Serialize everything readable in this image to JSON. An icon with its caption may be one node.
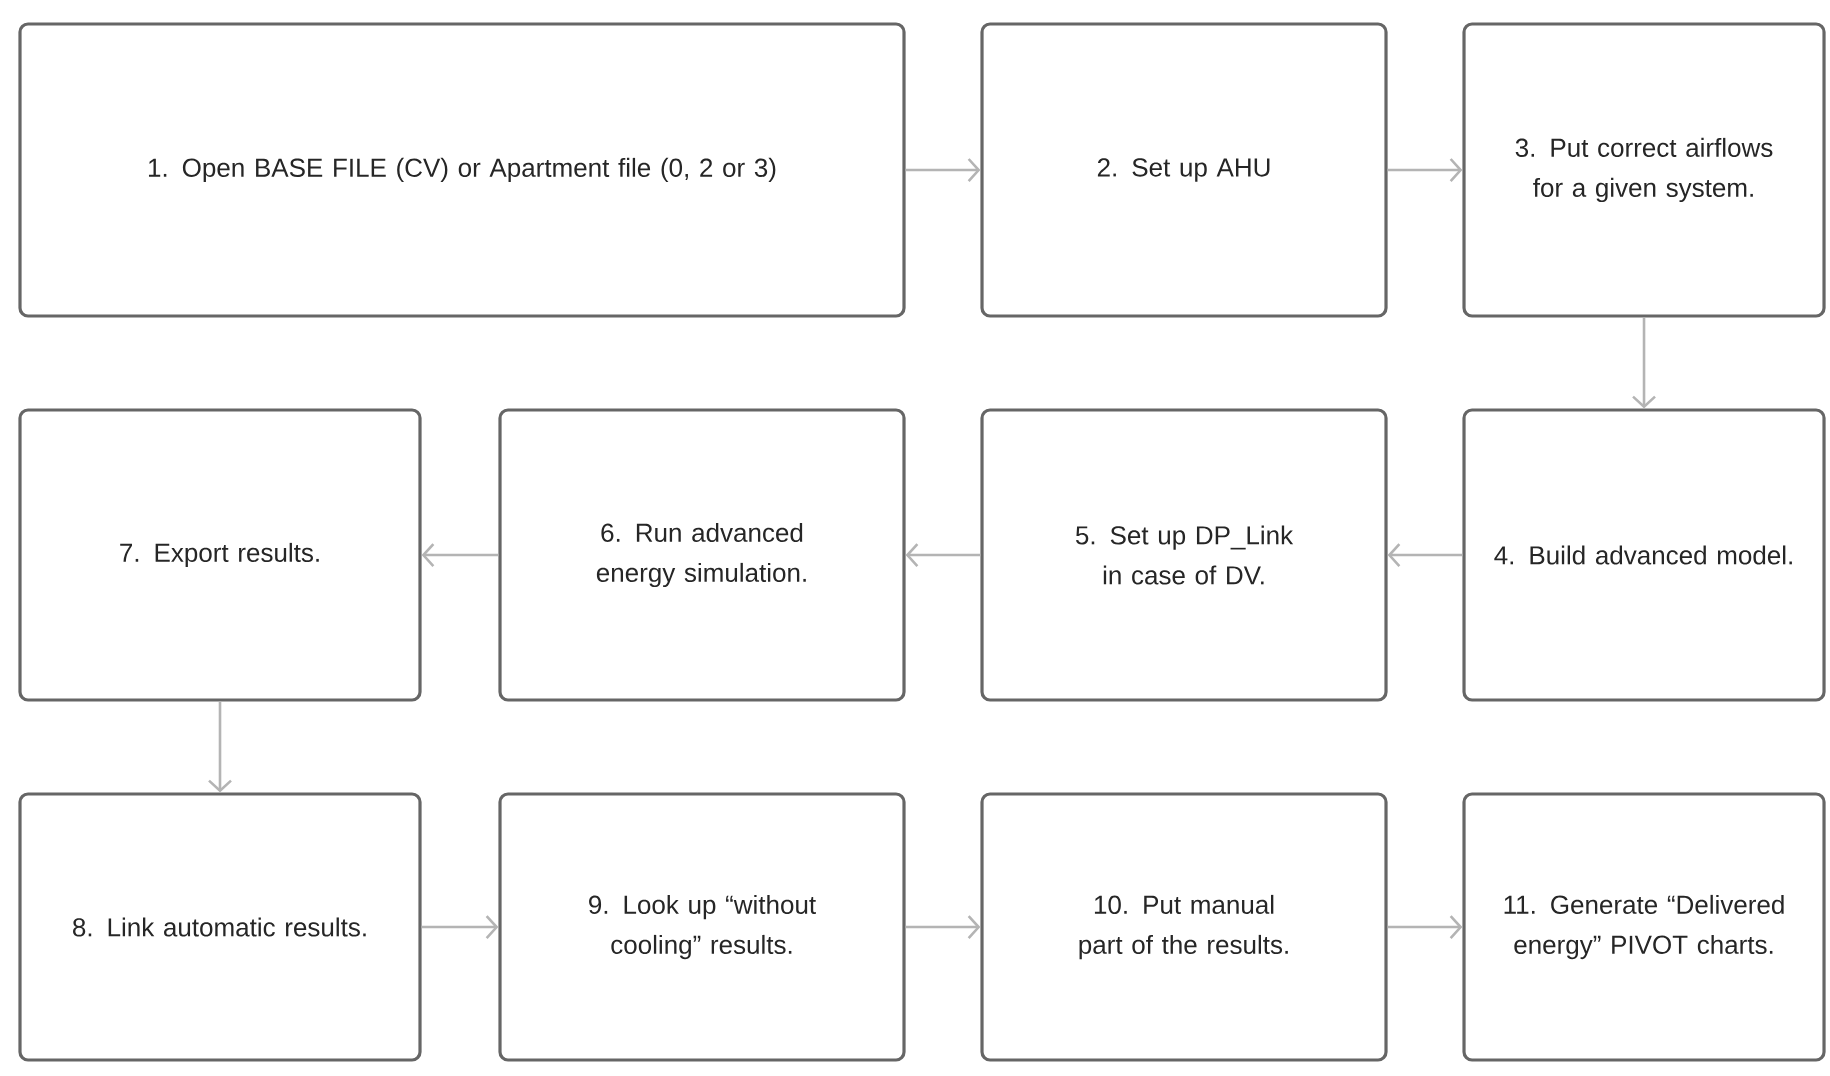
{
  "diagram": {
    "nodes": [
      {
        "text": [
          "1. Open BASE FILE (CV) or Apartment file (0, 2 or 3)"
        ]
      },
      {
        "text": [
          "2. Set up AHU"
        ]
      },
      {
        "text": [
          "3. Put correct airflows for a given system."
        ]
      },
      {
        "text": [
          "4. Build advanced model."
        ]
      },
      {
        "text": [
          "5. Set up DP_Link in case of DV."
        ]
      },
      {
        "text": [
          "6. Run advanced energy simulation."
        ]
      },
      {
        "text": [
          "7. Export results."
        ]
      },
      {
        "text": [
          "8. Link automatic results."
        ]
      },
      {
        "text": [
          "9. Look up “without cooling” results."
        ]
      },
      {
        "text": [
          "10. Put manual part of the results."
        ]
      },
      {
        "text": [
          "11. Generate “Delivered energy” PIVOT charts."
        ]
      }
    ],
    "edges": [
      {
        "from": 0,
        "to": 1,
        "arrow": "to"
      },
      {
        "from": 1,
        "to": 2,
        "arrow": "to"
      },
      {
        "from": 2,
        "to": 3,
        "arrow": "to"
      },
      {
        "from": 3,
        "to": 4,
        "arrow": "to"
      },
      {
        "from": 4,
        "to": 5,
        "arrow": "to"
      },
      {
        "from": 5,
        "to": 6,
        "arrow": "to"
      },
      {
        "from": 6,
        "to": 7,
        "arrow": "to"
      },
      {
        "from": 7,
        "to": 8,
        "arrow": "to"
      },
      {
        "from": 8,
        "to": 9,
        "arrow": "to"
      },
      {
        "from": 9,
        "to": 10,
        "arrow": "to"
      }
    ]
  }
}
